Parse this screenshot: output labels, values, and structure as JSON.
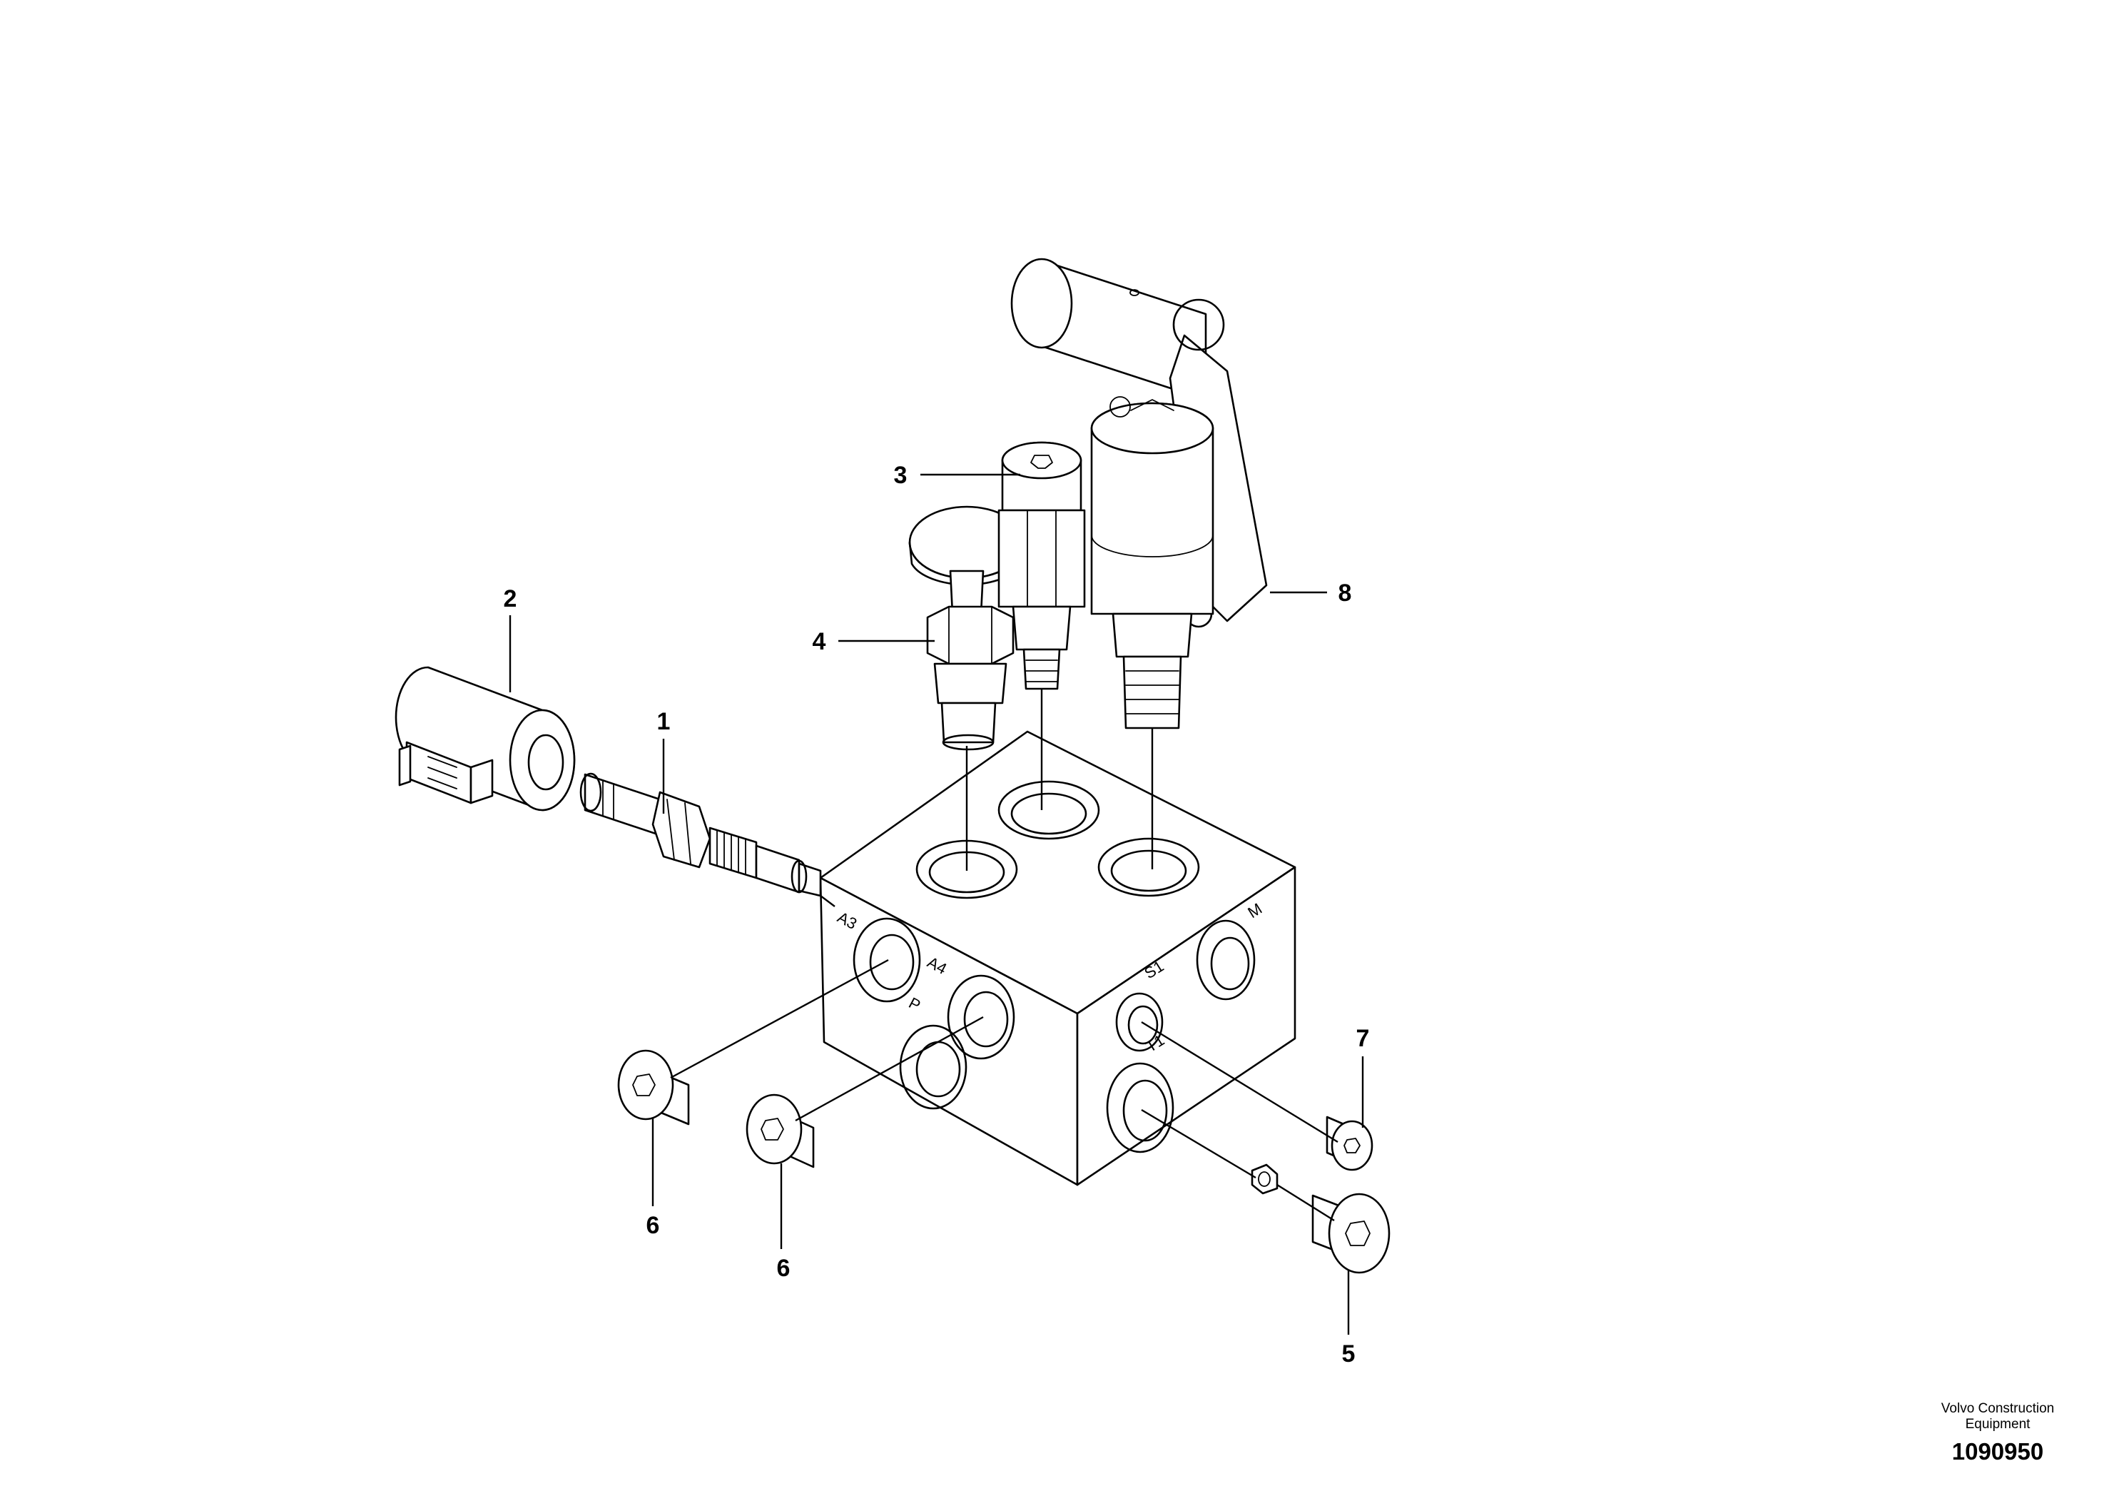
{
  "callouts": {
    "c1": "1",
    "c2": "2",
    "c3": "3",
    "c4": "4",
    "c5": "5",
    "c6a": "6",
    "c6b": "6",
    "c7": "7",
    "c8": "8"
  },
  "ports": {
    "a3": "A3",
    "a4": "A4",
    "p": "P",
    "s1": "S1",
    "t1": "T1",
    "m": "M"
  },
  "footer": {
    "brand_line1": "Volvo Construction",
    "brand_line2": "Equipment",
    "drawing_number": "1090950"
  }
}
